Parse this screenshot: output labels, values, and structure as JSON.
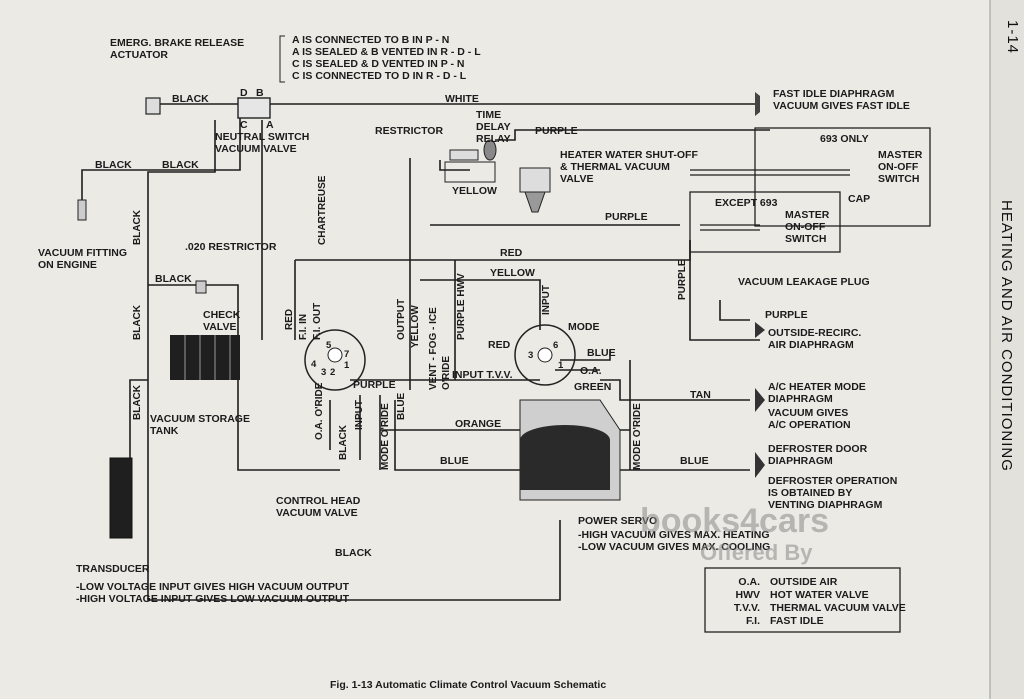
{
  "page_number": "1-14",
  "side_title": "HEATING AND AIR CONDITIONING",
  "caption": "Fig. 1-13   Automatic Climate Control Vacuum Schematic",
  "watermark": {
    "main": "books4cars",
    "sub": "Offered By"
  },
  "connection_notes": [
    "A IS CONNECTED TO B IN P - N",
    "A IS SEALED & B VENTED IN R - D - L",
    "C IS SEALED & D VENTED IN P - N",
    "C IS CONNECTED TO D IN R - D - L"
  ],
  "components": {
    "emerg_brake": [
      "EMERG. BRAKE RELEASE",
      "ACTUATOR"
    ],
    "neutral_switch": [
      "NEUTRAL SWITCH",
      "VACUUM VALVE"
    ],
    "vacuum_fitting": [
      "VACUUM FITTING",
      "ON ENGINE"
    ],
    "restrictor": "RESTRICTOR",
    "restrictor_020": ".020 RESTRICTOR",
    "time_delay_relay": [
      "TIME",
      "DELAY",
      "RELAY"
    ],
    "heater_valve": [
      "HEATER WATER SHUT-OFF",
      "& THERMAL VACUUM",
      "VALVE"
    ],
    "fast_idle": [
      "FAST IDLE DIAPHRAGM",
      "VACUUM GIVES FAST IDLE"
    ],
    "only_693": "693 ONLY",
    "master_switch_693": [
      "MASTER",
      "ON-OFF",
      "SWITCH"
    ],
    "cap": "CAP",
    "except_693": "EXCEPT 693",
    "master_switch": [
      "MASTER",
      "ON-OFF",
      "SWITCH"
    ],
    "check_valve": [
      "CHECK",
      "VALVE"
    ],
    "vacuum_storage": [
      "VACUUM STORAGE",
      "TANK"
    ],
    "vacuum_leakage_plug": "VACUUM LEAKAGE PLUG",
    "outside_recirc": [
      "OUTSIDE-RECIRC.",
      "AIR DIAPHRAGM"
    ],
    "ac_heater_mode": [
      "A/C HEATER MODE",
      "DIAPHRAGM",
      "VACUUM GIVES",
      "A/C OPERATION"
    ],
    "defroster": [
      "DEFROSTER DOOR",
      "DIAPHRAGM",
      "DEFROSTER OPERATION",
      "IS OBTAINED BY",
      "VENTING DIAPHRAGM"
    ],
    "control_head": [
      "CONTROL HEAD",
      "VACUUM VALVE"
    ],
    "power_servo": [
      "POWER SERVO",
      "-HIGH VACUUM GIVES MAX. HEATING",
      "-LOW VACUUM GIVES MAX. COOLING"
    ],
    "transducer": [
      "TRANSDUCER",
      "-LOW VOLTAGE INPUT GIVES HIGH VACUUM OUTPUT",
      "-HIGH VOLTAGE INPUT GIVES LOW VACUUM OUTPUT"
    ]
  },
  "hose_labels": {
    "black": "BLACK",
    "white": "WHITE",
    "purple": "PURPLE",
    "yellow": "YELLOW",
    "red": "RED",
    "chartreuse": "CHARTREUSE",
    "blue": "BLUE",
    "green": "GREEN",
    "tan": "TAN",
    "orange": "ORANGE",
    "mode": "MODE",
    "oa": "O.A.",
    "input_tvv": "INPUT T.V.V.",
    "fi_in": "F.I. IN",
    "fi_out": "F.I. OUT",
    "output": "OUTPUT",
    "vent_fog_ice": "VENT - FOG - ICE",
    "purple_hwv": "PURPLE HWV",
    "input": "INPUT",
    "oa_oride": "O.A. O'RIDE",
    "mode_oride": "MODE O'RIDE",
    "vent_oride": "O'RIDE"
  },
  "port_letters": [
    "A",
    "B",
    "C",
    "D"
  ],
  "port_numbers": [
    "1",
    "2",
    "3",
    "4",
    "5",
    "6",
    "7"
  ],
  "legend": [
    {
      "abbr": "O.A.",
      "meaning": "OUTSIDE AIR"
    },
    {
      "abbr": "HWV",
      "meaning": "HOT WATER VALVE"
    },
    {
      "abbr": "T.V.V.",
      "meaning": "THERMAL VACUUM VALVE"
    },
    {
      "abbr": "F.I.",
      "meaning": "FAST IDLE"
    }
  ],
  "colors": {
    "paper": "#eceae5",
    "ink": "#1b1b1b",
    "watermark": "#8a8a8a"
  }
}
